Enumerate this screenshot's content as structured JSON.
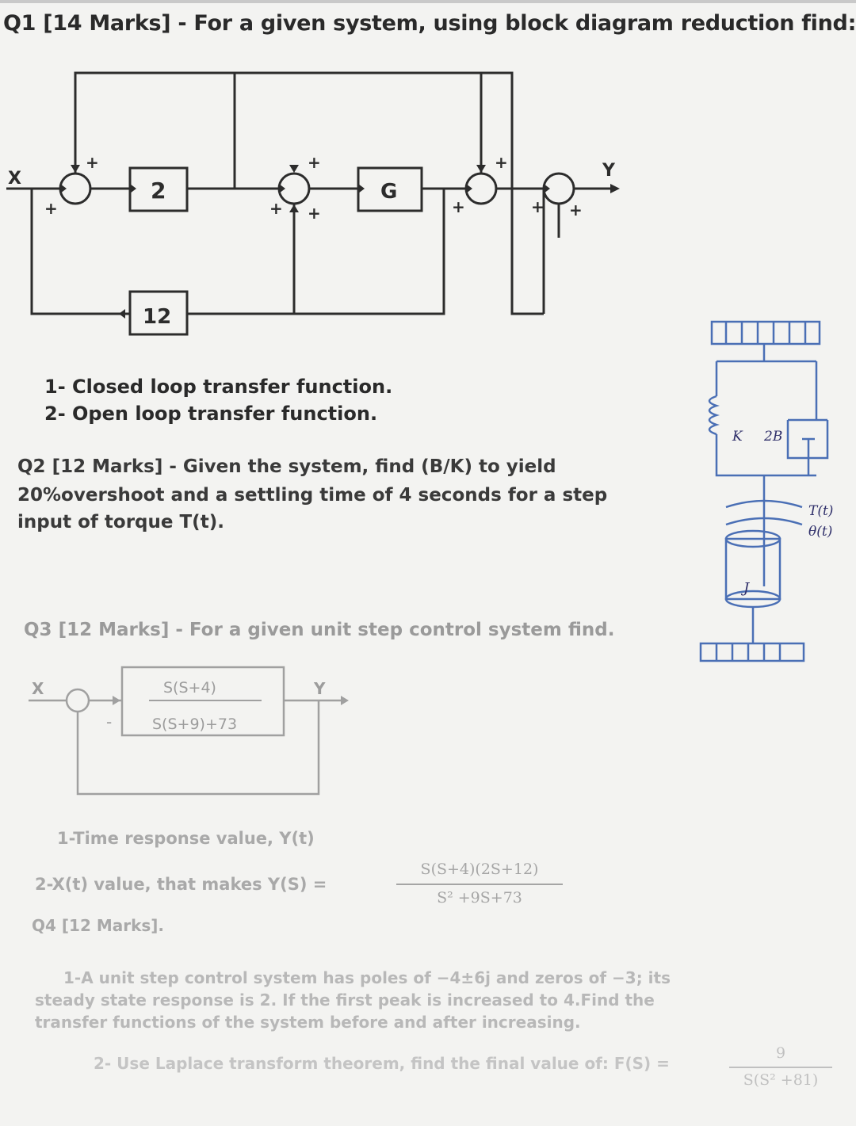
{
  "q1": {
    "title": "Q1 [14 Marks] - For a given system, using block diagram reduction find:",
    "items": [
      "1- Closed loop transfer function.",
      "2- Open loop transfer function."
    ],
    "diagram": {
      "input_label": "X",
      "output_label": "Y",
      "block_a": "2",
      "block_g": "G",
      "block_feedback": "12",
      "plus_sign": "+"
    }
  },
  "q2": {
    "title_lines": [
      "Q2 [12 Marks] - Given the system, find (B/K) to yield",
      "20%overshoot and a settling time of 4 seconds for a step",
      "input of torque T(t)."
    ],
    "figure": {
      "spring_label": "K",
      "damper_label": "2B",
      "torque_label": "T(t)",
      "angle_label": "θ(t)",
      "inertia_label": "J"
    }
  },
  "q3": {
    "title": "Q3 [12 Marks] - For a given unit step control system find.",
    "diagram": {
      "input_label": "X",
      "output_label": "Y",
      "numerator": "S(S+4)",
      "denominator": "S(S+9)+73",
      "minus_sign": "-"
    },
    "item1": "1-Time response value, Y(t)",
    "item2_prefix": "2-X(t) value, that makes Y(S) =",
    "item2_numerator": "S(S+4)(2S+12)",
    "item2_denominator": "S² +9S+73"
  },
  "q4": {
    "title": "Q4 [12 Marks].",
    "item1_lines": [
      "1-A unit step control system has poles of −4±6j and zeros of −3; its",
      "steady state response is 2. If the first peak is increased to 4.Find the",
      "transfer functions of the system before and after increasing."
    ],
    "item2_prefix": "2- Use Laplace transform theorem, find the final value of: F(S) =",
    "item2_numerator": "9",
    "item2_denominator": "S(S² +81)"
  }
}
